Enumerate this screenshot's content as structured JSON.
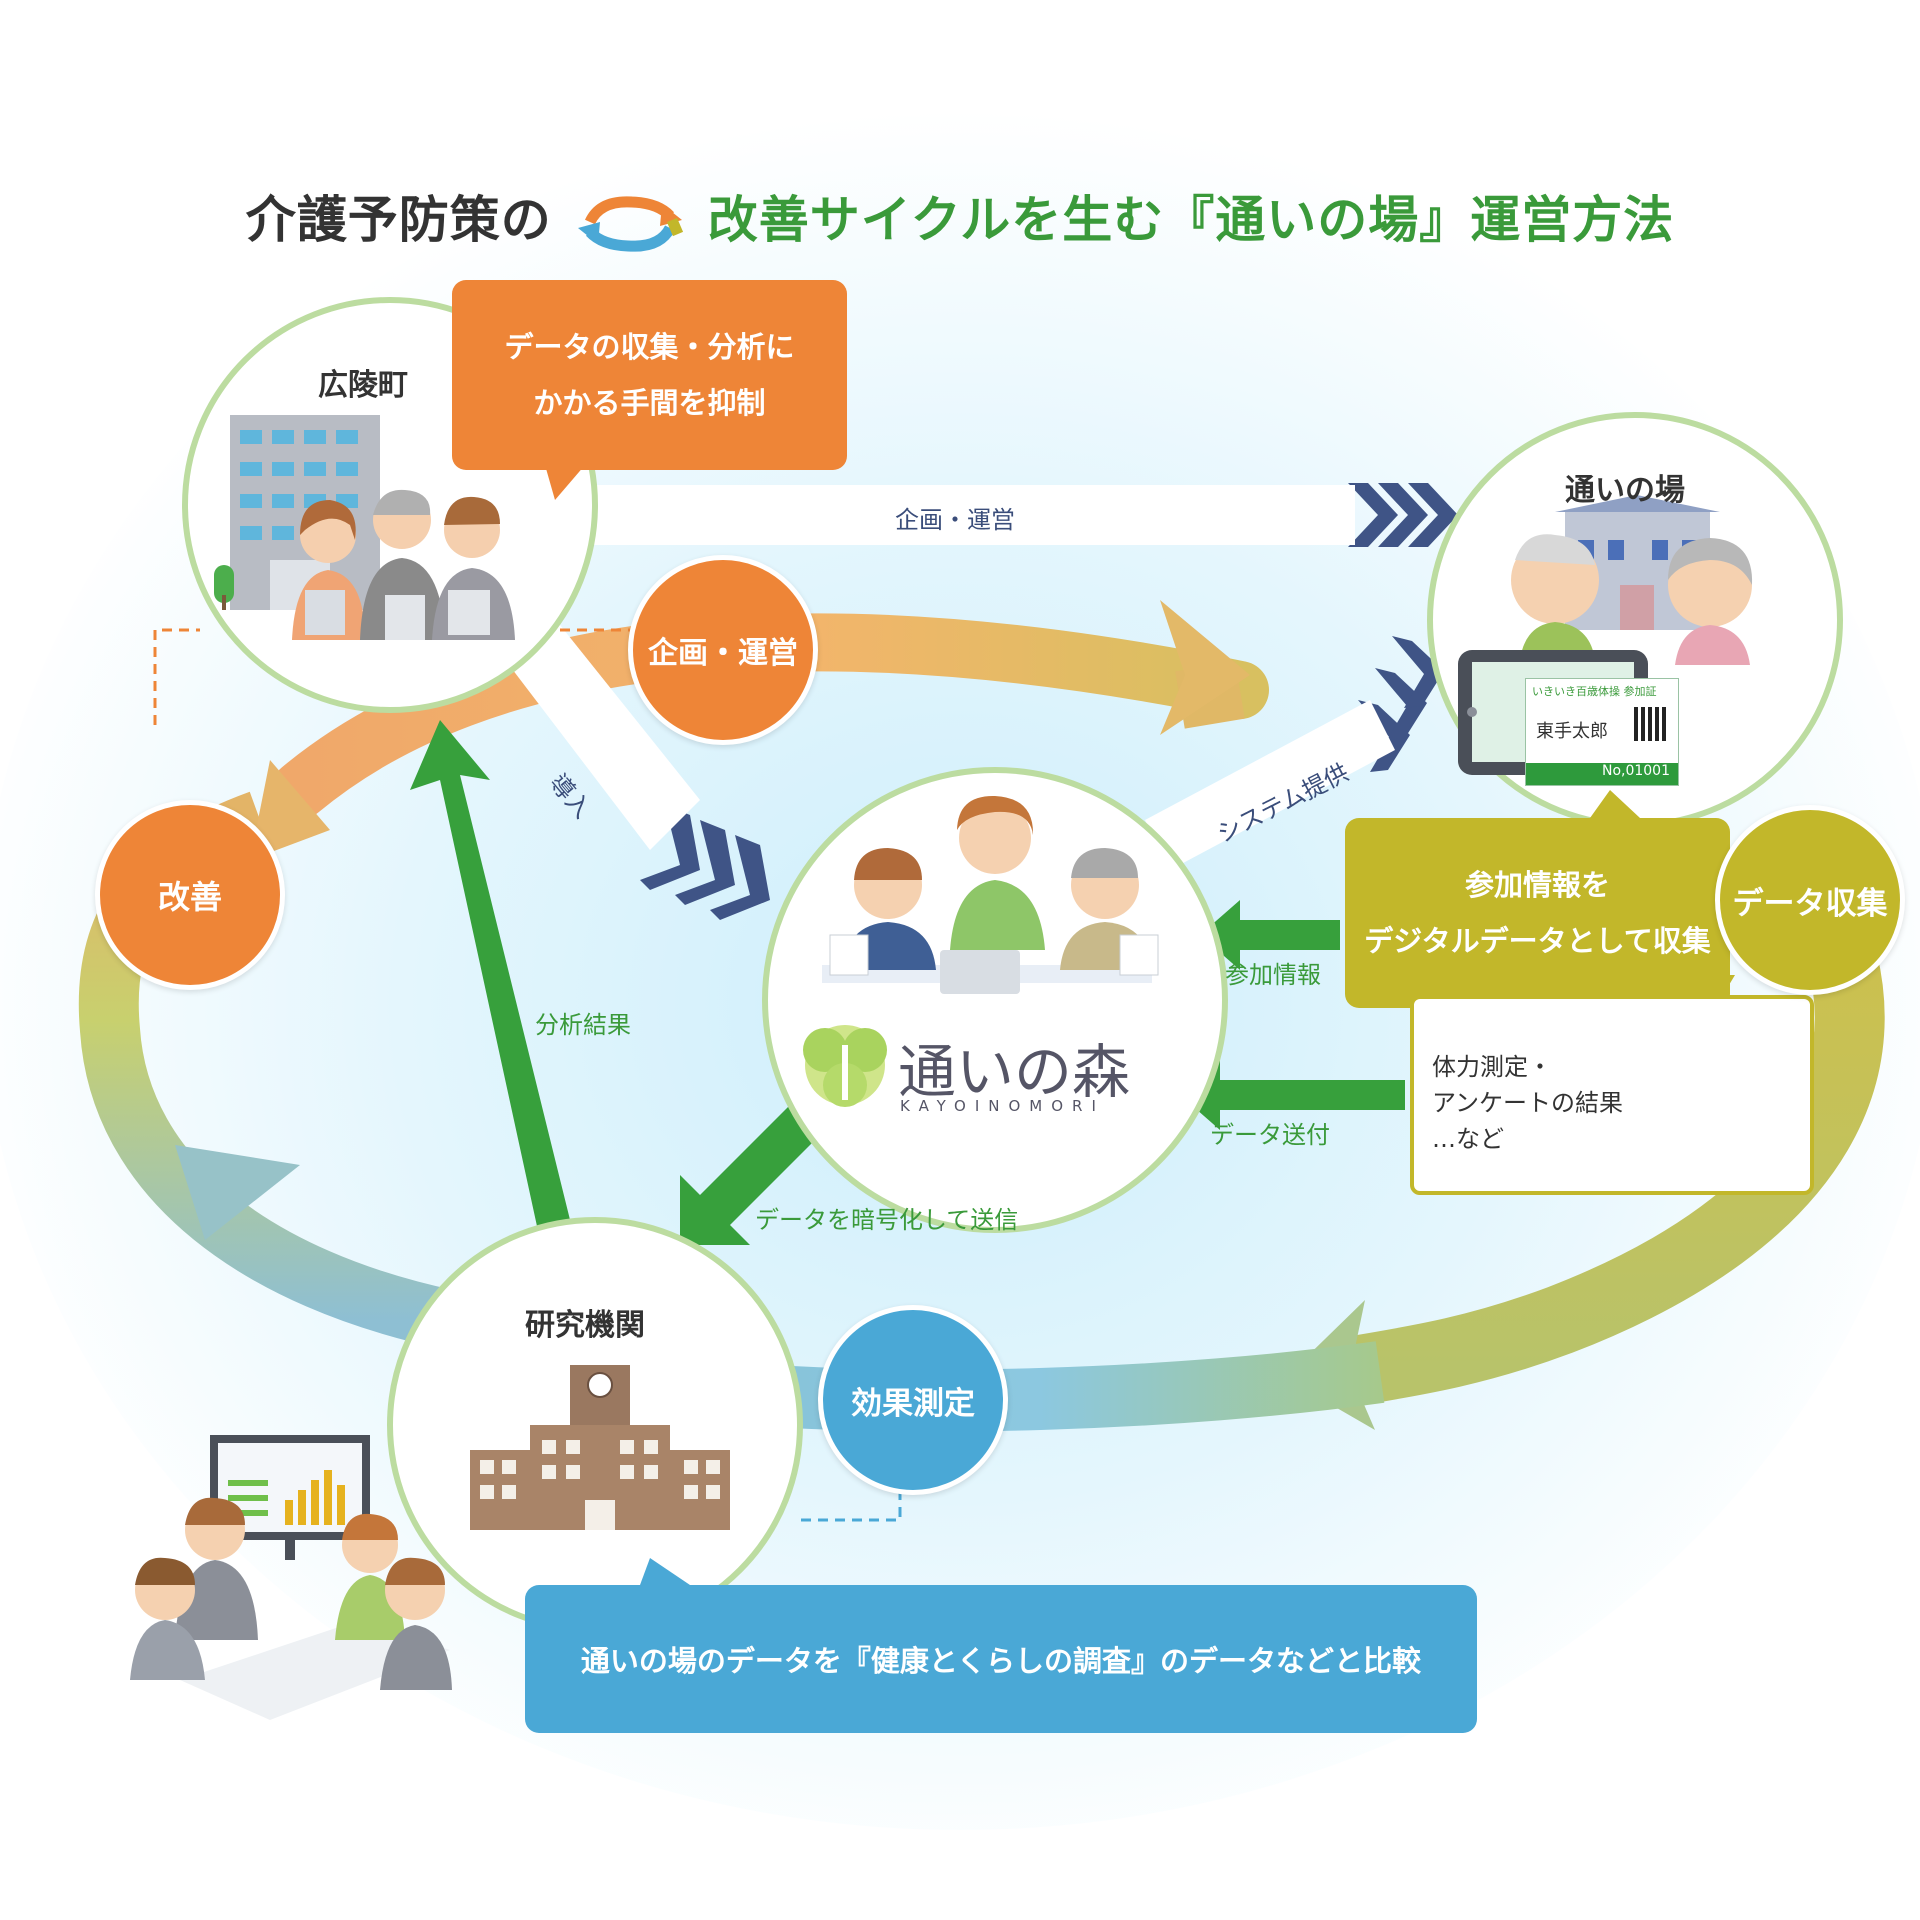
{
  "title": {
    "part1": "介護予防策の",
    "part2": "改善サイクルを生む『通いの場』運営方法"
  },
  "nodes": {
    "town": "広陵町",
    "venue": "通いの場",
    "research": "研究機関"
  },
  "callouts": {
    "orange": [
      "データの収集・分析に",
      "かかる手間を抑制"
    ],
    "olive": [
      "参加情報を",
      "デジタルデータとして収集"
    ],
    "blue": "通いの場のデータを『健康とくらしの調査』のデータなどと比較",
    "results": [
      "体力測定・",
      "アンケートの結果",
      "…など"
    ]
  },
  "badges": {
    "plan": "企画・運営",
    "improve": "改善",
    "collect": "データ収集",
    "measure": "効果測定"
  },
  "flows": {
    "plan_top": "企画・運営",
    "introduce": "導入",
    "system": "システム提供",
    "participation": "参加情報",
    "send": "データ送付",
    "encrypt": "データを暗号化して送信",
    "analysis": "分析結果"
  },
  "card": {
    "header": "いきいき百歳体操 参加証",
    "name": "東手太郎",
    "number": "No,01001"
  },
  "logo": {
    "name": "通いの森",
    "roman": "KAYOINOMORI"
  },
  "colors": {
    "orange": "#ee8537",
    "olive": "#c2b72a",
    "blue": "#4aa8d6",
    "green": "#3a9a3a",
    "navy": "#3a4d7a"
  }
}
